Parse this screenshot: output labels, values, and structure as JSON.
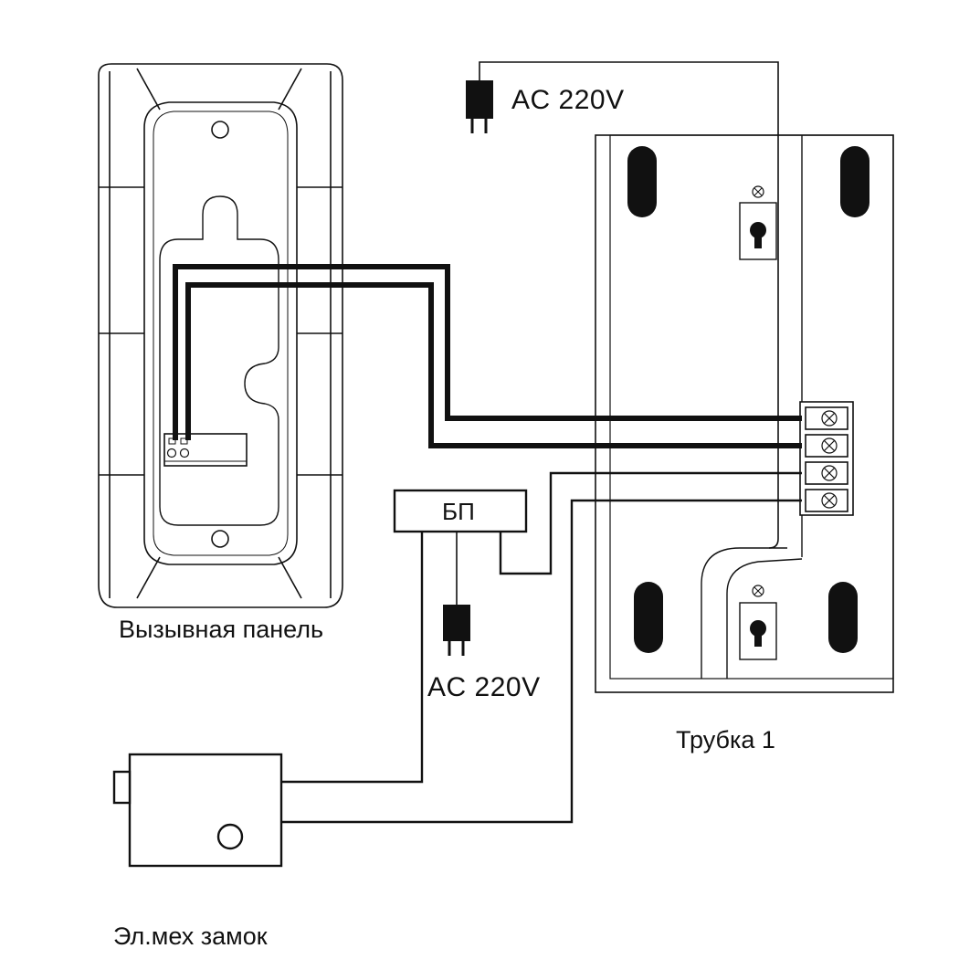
{
  "labels": {
    "ac_top": "AC 220V",
    "ac_bottom": "AC 220V",
    "call_panel": "Вызывная панель",
    "handset": "Трубка 1",
    "psu": "БП",
    "lock": "Эл.мех замок"
  },
  "colors": {
    "line": "#111111",
    "background": "#ffffff"
  }
}
